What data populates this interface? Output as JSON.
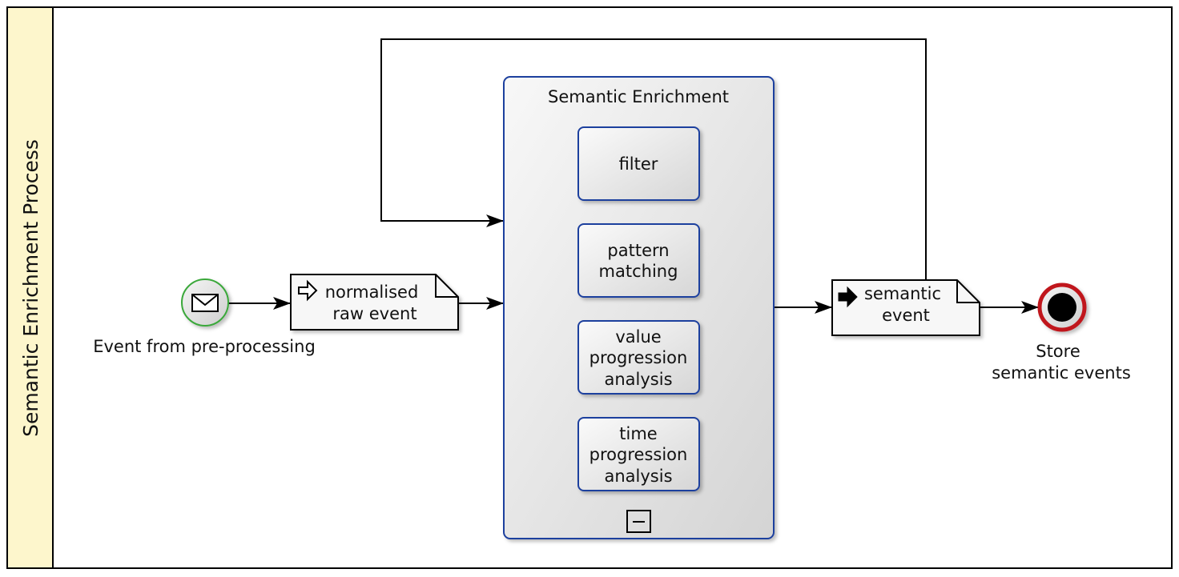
{
  "pool": {
    "lane_label": "Semantic Enrichment Process"
  },
  "start_event": {
    "label": "Event from pre-processing",
    "icon": "envelope-icon"
  },
  "data_input": {
    "lines": [
      "normalised",
      "raw event"
    ],
    "icon": "hollow-arrow-icon"
  },
  "subprocess": {
    "title": "Semantic Enrichment",
    "tasks": [
      {
        "lines": [
          "filter"
        ]
      },
      {
        "lines": [
          "pattern",
          "matching"
        ]
      },
      {
        "lines": [
          "value",
          "progression",
          "analysis"
        ]
      },
      {
        "lines": [
          "time",
          "progression",
          "analysis"
        ]
      }
    ],
    "collapse_marker": "minus-icon"
  },
  "data_output": {
    "lines": [
      "semantic",
      "event"
    ],
    "icon": "filled-arrow-icon"
  },
  "end_event": {
    "lines": [
      "Store",
      "semantic events"
    ]
  },
  "colors": {
    "lane_header": "#fdf6cc",
    "start_event_stroke": "#3aa83a",
    "end_event_stroke": "#c0181e",
    "task_stroke": "#1f3f9e",
    "task_fill": "#e6e6e6"
  }
}
